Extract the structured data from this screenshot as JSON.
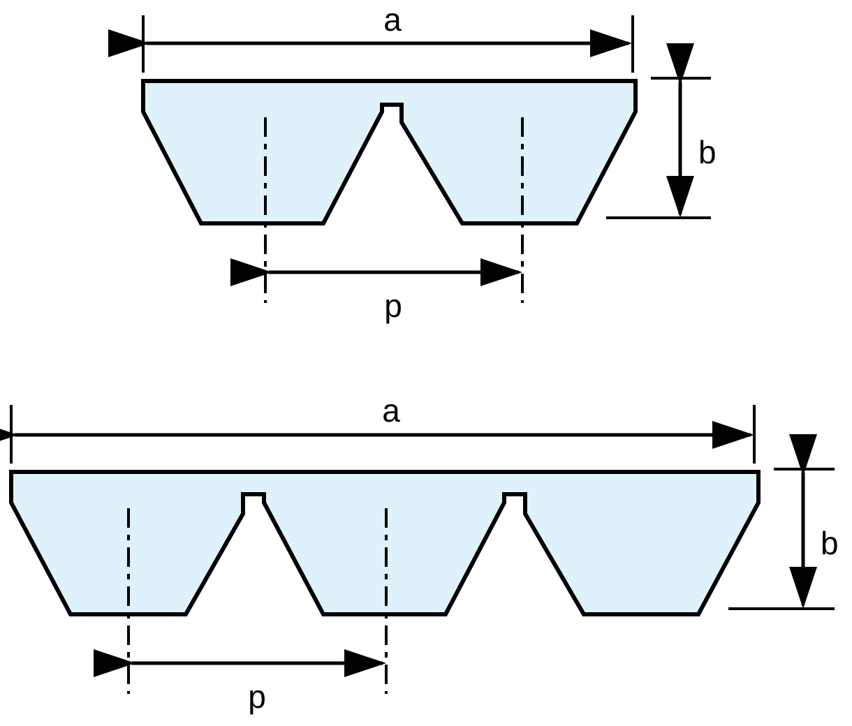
{
  "labels": {
    "top_width": "a",
    "top_height": "b",
    "top_pitch": "p",
    "bottom_width": "a",
    "bottom_height": "b",
    "bottom_pitch": "p"
  },
  "colors": {
    "belt_fill": "#dff1fb",
    "line": "#000000"
  },
  "diagrams": [
    {
      "name": "two-rib-belt",
      "ribs": 2
    },
    {
      "name": "three-rib-belt",
      "ribs": 3
    }
  ]
}
